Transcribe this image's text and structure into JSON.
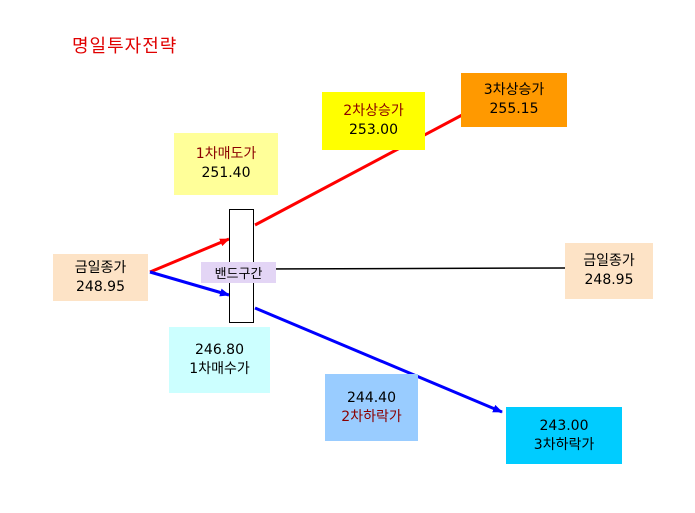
{
  "title": "명일투자전략",
  "close_left": {
    "label": "금일종가",
    "value": "248.95"
  },
  "close_right": {
    "label": "금일종가",
    "value": "248.95"
  },
  "sell1": {
    "label": "1차매도가",
    "value": "251.40"
  },
  "rise2": {
    "label": "2차상승가",
    "value": "253.00"
  },
  "rise3": {
    "label": "3차상승가",
    "value": "255.15"
  },
  "buy1": {
    "value": "246.80",
    "label": "1차매수가"
  },
  "fall2": {
    "value": "244.40",
    "label": "2차하락가"
  },
  "fall3": {
    "value": "243.00",
    "label": "3차하락가"
  },
  "band": {
    "label": "밴드구간"
  },
  "colors": {
    "title": "#e00000",
    "up_line": "#ff0000",
    "down_line": "#0000ff",
    "close_box": "#fde3c6",
    "sell_box": "#ffff99",
    "rise2_box": "#ffff00",
    "rise3_box": "#ff9900",
    "buy_box": "#ccffff",
    "fall2_box": "#99ccff",
    "fall3_box": "#00ccff",
    "band_label_bg": "#e3d5f5"
  }
}
